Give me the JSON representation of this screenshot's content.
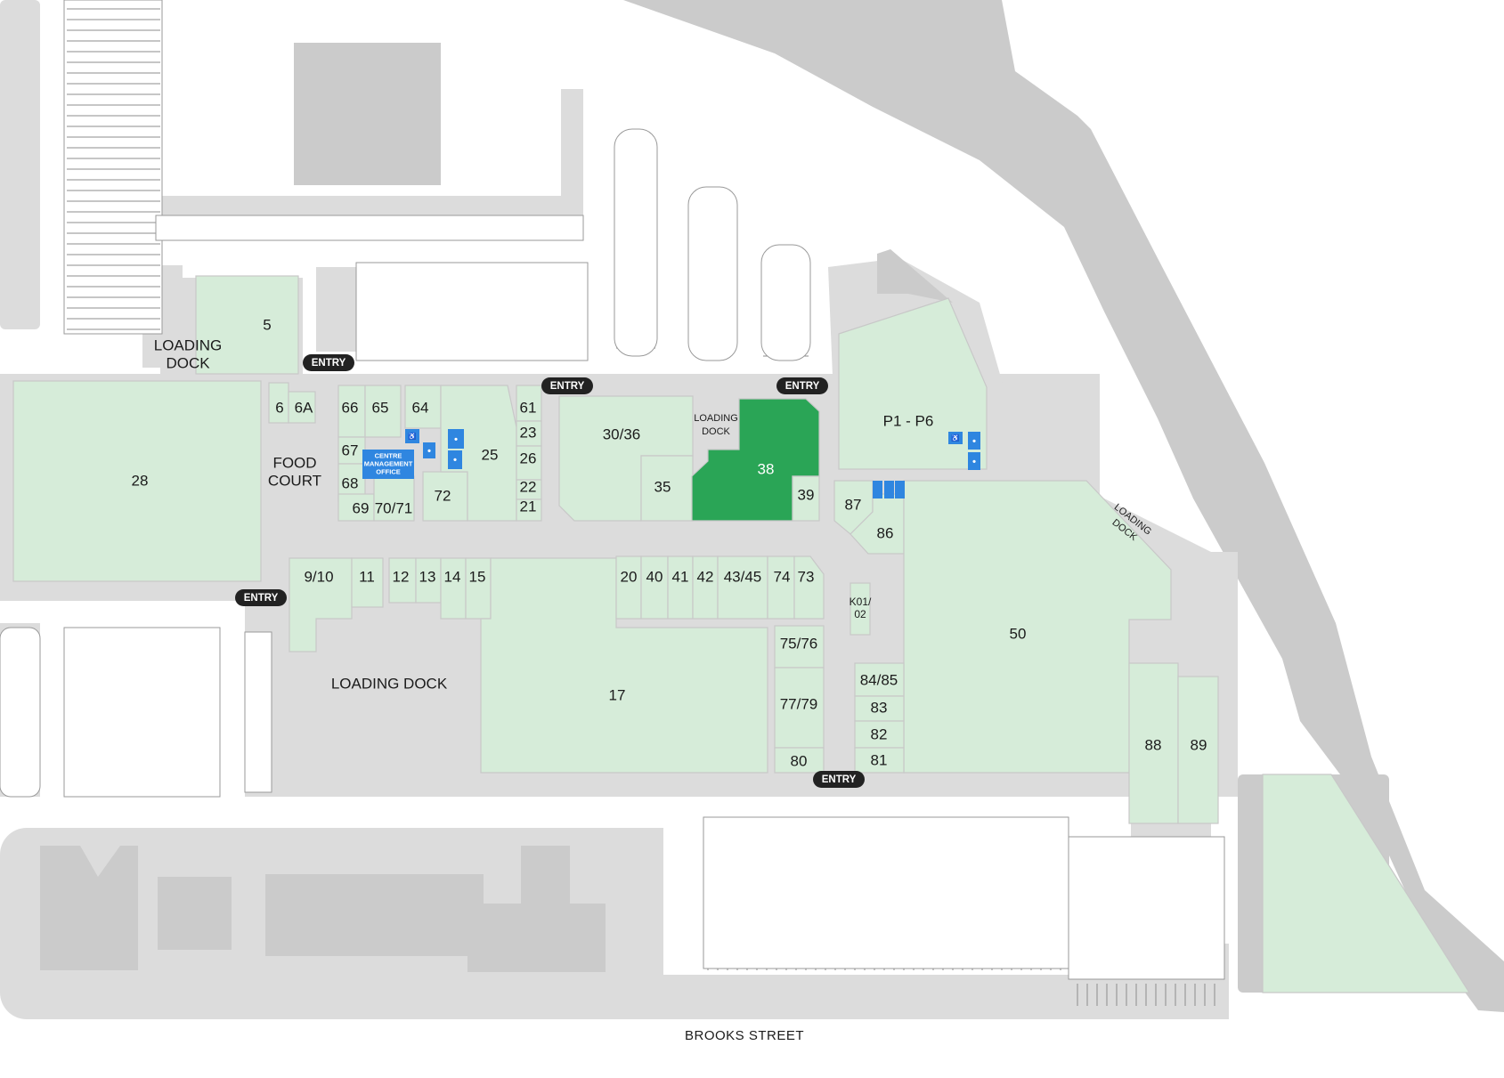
{
  "map": {
    "street_label": "BROOKS STREET",
    "colors": {
      "background": "#ffffff",
      "ground": "#dcdcdc",
      "tenant": "#d6ecd9",
      "selected_tenant": "#2aa556",
      "entry_pill": "#222222",
      "facility": "#2f86e0"
    },
    "selected_tenant": "38",
    "tenants": {
      "t5": "5",
      "t6": "6",
      "t6a": "6A",
      "t28": "28",
      "t66": "66",
      "t65": "65",
      "t64": "64",
      "t67": "67",
      "t68": "68",
      "t69": "69",
      "t7071": "70/71",
      "t72": "72",
      "t25": "25",
      "t61": "61",
      "t23": "23",
      "t26": "26",
      "t22": "22",
      "t21": "21",
      "t3036": "30/36",
      "t35": "35",
      "t38": "38",
      "t39": "39",
      "tp1p6": "P1 - P6",
      "t87": "87",
      "t86": "86",
      "t50": "50",
      "t910": "9/10",
      "t11": "11",
      "t12": "12",
      "t13": "13",
      "t14": "14",
      "t15": "15",
      "t17": "17",
      "t20": "20",
      "t40": "40",
      "t41": "41",
      "t42": "42",
      "t4345": "43/45",
      "t74": "74",
      "t73": "73",
      "tk01": "K01/\n02",
      "t7576": "75/76",
      "t7779": "77/79",
      "t80": "80",
      "t8485": "84/85",
      "t83": "83",
      "t82": "82",
      "t81": "81",
      "t88": "88",
      "t89": "89"
    },
    "areas": {
      "loading_dock_nw_line1": "LOADING",
      "loading_dock_nw_line2": "DOCK",
      "food_court_line1": "FOOD",
      "food_court_line2": "COURT",
      "loading_dock_small_line1": "LOADING",
      "loading_dock_small_line2": "DOCK",
      "loading_dock_south": "LOADING DOCK",
      "loading_dock_east_line1": "LOADING",
      "loading_dock_east_line2": "DOCK"
    },
    "facilities": {
      "centre_management_line1": "CENTRE",
      "centre_management_line2": "MANAGEMENT",
      "centre_management_line3": "OFFICE"
    },
    "entries": {
      "entry_north_west": "ENTRY",
      "entry_north_centre": "ENTRY",
      "entry_north_east": "ENTRY",
      "entry_west": "ENTRY",
      "entry_south": "ENTRY"
    }
  }
}
